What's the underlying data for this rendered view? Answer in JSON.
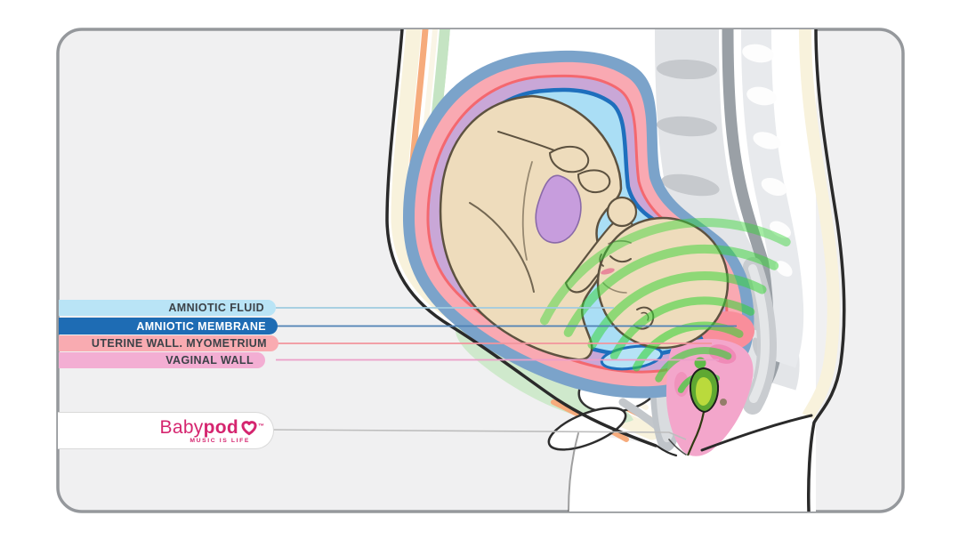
{
  "diagram": {
    "labels": [
      {
        "text": "AMNIOTIC FLUID",
        "bg": "#b9e4f6",
        "fg": "#3c4248",
        "line": "#9fcbe0"
      },
      {
        "text": "AMNIOTIC MEMBRANE",
        "bg": "#1e6cb4",
        "fg": "#ffffff",
        "line": "#4e81b5"
      },
      {
        "text": "UTERINE WALL. MYOMETRIUM",
        "bg": "#f9abb1",
        "fg": "#3c4248",
        "line": "#f2949c"
      },
      {
        "text": "VAGINAL WALL",
        "bg": "#f3aed3",
        "fg": "#3c4248",
        "line": "#ec9fc9"
      }
    ],
    "brand": {
      "word_light": "Baby",
      "word_bold": "pod",
      "trademark": "™",
      "tagline": "MUSIC IS LIFE",
      "color": "#d5256f",
      "line": "#bdbdbd"
    },
    "palette": {
      "frame_border": "#95989c",
      "frame_bg": "#f0f0f1",
      "amniotic_fluid": "#aadef5",
      "amniotic_membrane": "#1e6fbd",
      "uterine_wall": "#f9a9b2",
      "uterus_outer": "#7ba3ca",
      "decidua_purple": "#c9a7d7",
      "vaginal_wall": "#f3a6cb",
      "device_green": "#5ea832",
      "sound_wave_green": "#35d435",
      "skin_cream": "#f8f2dc",
      "fetus_skin": "#eedcbc"
    }
  }
}
